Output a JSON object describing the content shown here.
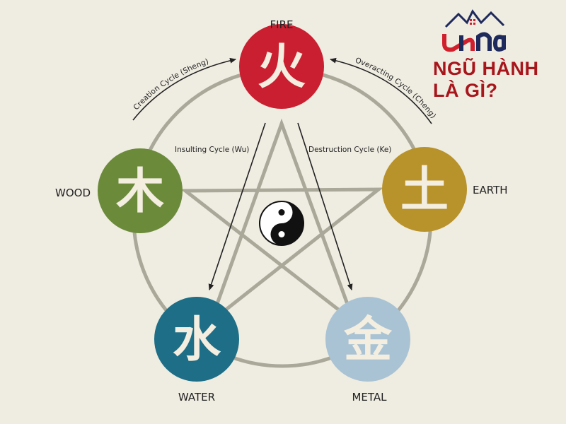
{
  "title": "NGŨ HÀNH LÀ GÌ?",
  "logo": {
    "text": "una",
    "colors": {
      "navy": "#1f2a5c",
      "red": "#d0202e"
    }
  },
  "elements": [
    {
      "name": "FIRE",
      "glyph": "火",
      "color": "#c91f30"
    },
    {
      "name": "EARTH",
      "glyph": "土",
      "color": "#b8922b"
    },
    {
      "name": "METAL",
      "glyph": "金",
      "color": "#a9c3d4"
    },
    {
      "name": "WATER",
      "glyph": "水",
      "color": "#1d6e86"
    },
    {
      "name": "WOOD",
      "glyph": "木",
      "color": "#6b8a3a"
    }
  ],
  "cycles": {
    "creation": "Creation Cycle (Sheng)",
    "overacting": "Overacting Cycle (Cheng)",
    "insulting": "Insulting Cycle (Wu)",
    "destruction": "Destruction Cycle (Ke)"
  },
  "colors": {
    "background": "#efece1",
    "ring": "#a9a899",
    "arrow": "#222222"
  }
}
